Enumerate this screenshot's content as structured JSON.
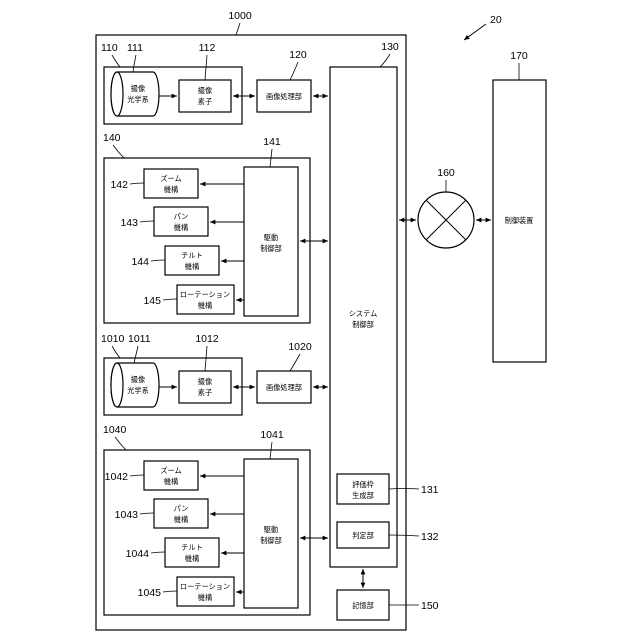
{
  "refs": {
    "system": "20",
    "housing": "1000",
    "cam1": "110",
    "lens1": "111",
    "sensor1": "112",
    "imgproc1": "120",
    "sysctrl": "130",
    "eval": "131",
    "judge": "132",
    "drive1": "140",
    "driveCtrl1": "141",
    "zoom1": "142",
    "pan1": "143",
    "tilt1": "144",
    "rot1": "145",
    "storage": "150",
    "network": "160",
    "controller": "170",
    "cam2": "1010",
    "lens2": "1011",
    "sensor2": "1012",
    "imgproc2": "1020",
    "drive2": "1040",
    "driveCtrl2": "1041",
    "zoom2": "1042",
    "pan2": "1043",
    "tilt2": "1044",
    "rot2": "1045"
  },
  "labels": {
    "lens": [
      "撮像",
      "光学系"
    ],
    "sensor": [
      "撮像",
      "素子"
    ],
    "imgproc": "画像処理部",
    "zoom": [
      "ズーム",
      "機構"
    ],
    "pan": [
      "パン",
      "機構"
    ],
    "tilt": [
      "チルト",
      "機構"
    ],
    "rot": [
      "ローテーション",
      "機構"
    ],
    "driveCtrl": [
      "駆動",
      "制御部"
    ],
    "sysctrl": [
      "システム",
      "制御部"
    ],
    "eval": [
      "評価枠",
      "生成部"
    ],
    "judge": "判定部",
    "storage": "記憶部",
    "controller": "制御装置"
  }
}
